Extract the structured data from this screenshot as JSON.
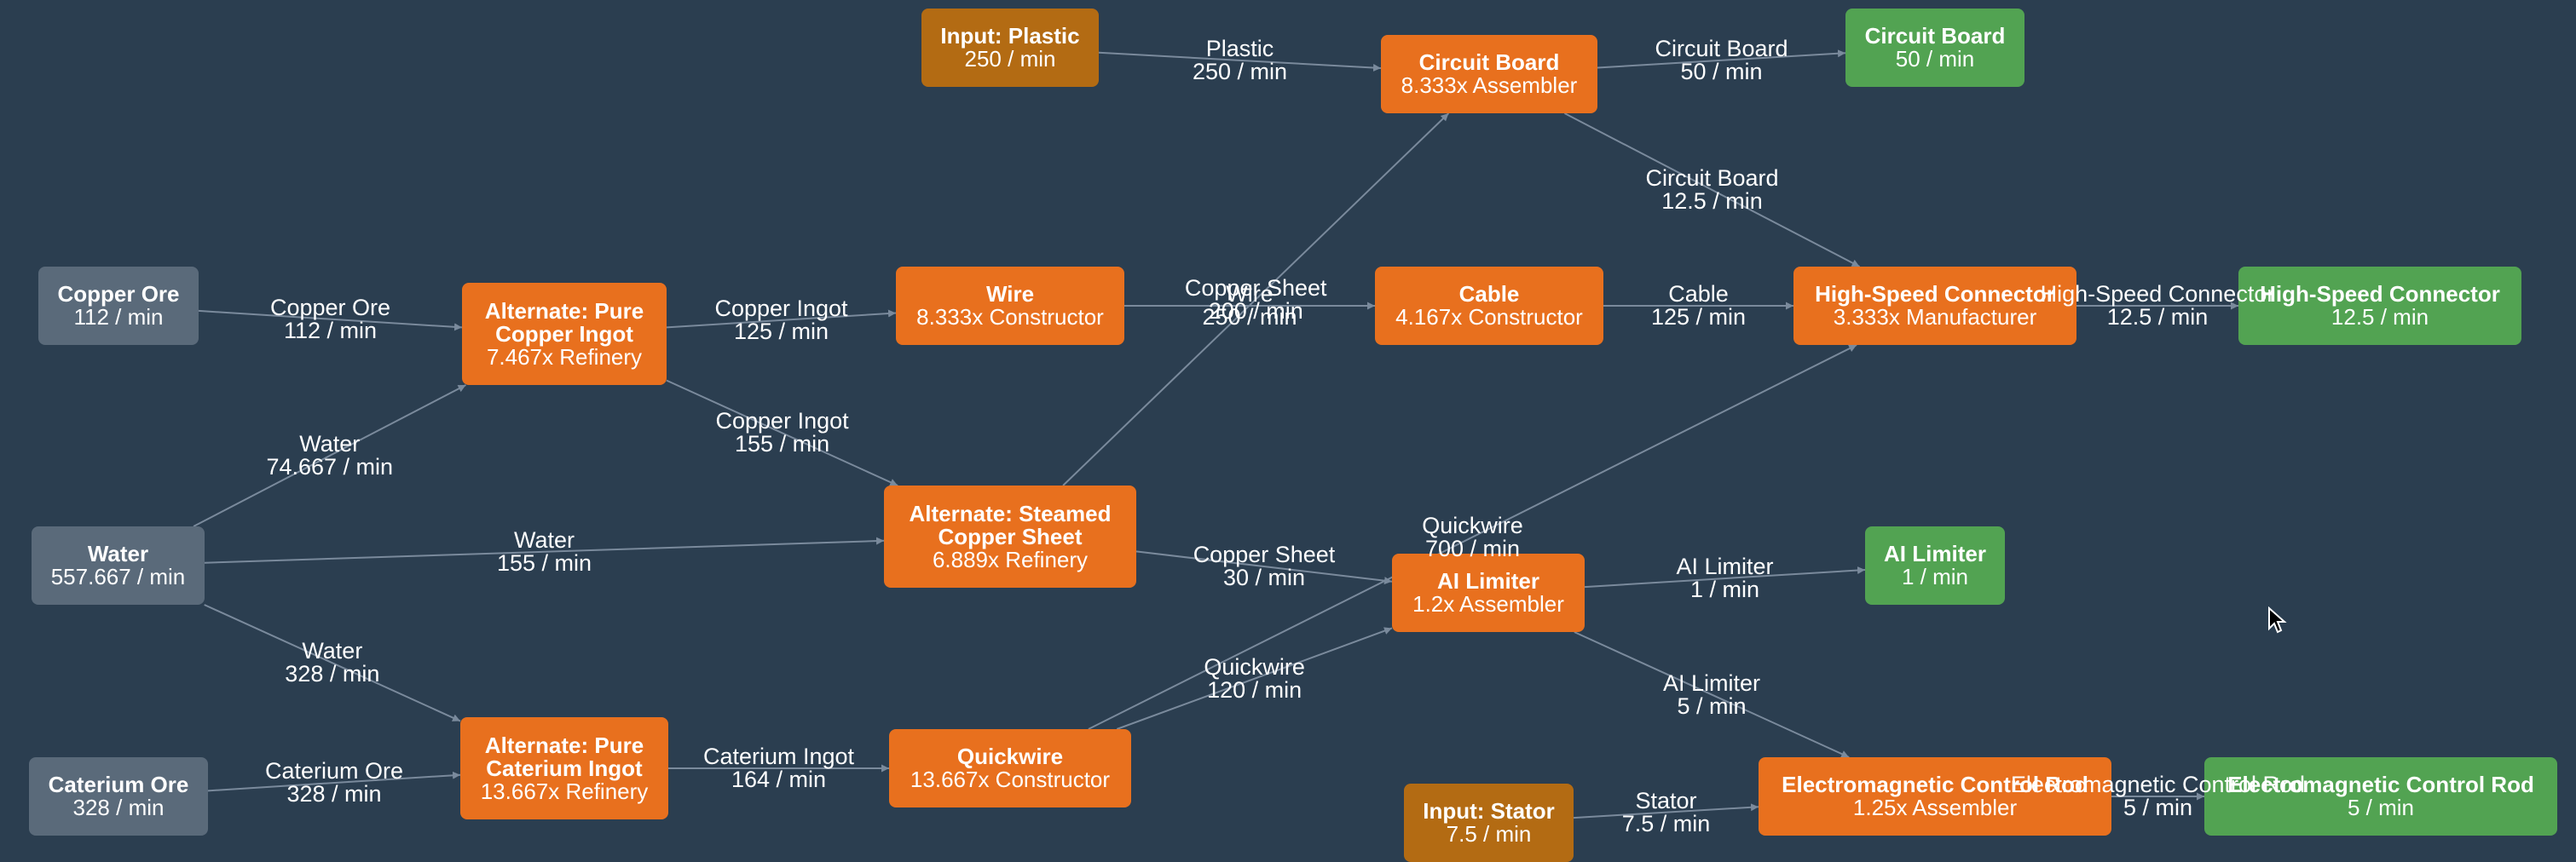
{
  "nodes": {
    "input_plastic": {
      "title": "Input: Plastic",
      "sub": "250 / min"
    },
    "circuit_board_asm": {
      "title": "Circuit Board",
      "sub": "8.333x Assembler"
    },
    "circuit_board_out": {
      "title": "Circuit Board",
      "sub": "50 / min"
    },
    "copper_ore": {
      "title": "Copper Ore",
      "sub": "112 / min"
    },
    "pure_copper": {
      "title": "Alternate: Pure Copper Ingot",
      "sub": "7.467x Refinery"
    },
    "wire": {
      "title": "Wire",
      "sub": "8.333x Constructor"
    },
    "cable": {
      "title": "Cable",
      "sub": "4.167x Constructor"
    },
    "hsc_mfg": {
      "title": "High-Speed Connector",
      "sub": "3.333x Manufacturer"
    },
    "hsc_out": {
      "title": "High-Speed Connector",
      "sub": "12.5 / min"
    },
    "water": {
      "title": "Water",
      "sub": "557.667 / min"
    },
    "steamed_copper": {
      "title": "Alternate: Steamed Copper Sheet",
      "sub": "6.889x Refinery"
    },
    "ai_limiter_asm": {
      "title": "AI Limiter",
      "sub": "1.2x Assembler"
    },
    "ai_limiter_out": {
      "title": "AI Limiter",
      "sub": "1 / min"
    },
    "caterium_ore": {
      "title": "Caterium Ore",
      "sub": "328 / min"
    },
    "pure_caterium": {
      "title": "Alternate: Pure Caterium Ingot",
      "sub": "13.667x Refinery"
    },
    "quickwire": {
      "title": "Quickwire",
      "sub": "13.667x Constructor"
    },
    "input_stator": {
      "title": "Input: Stator",
      "sub": "7.5 / min"
    },
    "ecr_asm": {
      "title": "Electromagnetic Control Rod",
      "sub": "1.25x Assembler"
    },
    "ecr_out": {
      "title": "Electromagnetic Control Rod",
      "sub": "5 / min"
    }
  },
  "edges": [
    {
      "from": "input_plastic",
      "to": "circuit_board_asm",
      "label": "Plastic",
      "rate": "250 / min"
    },
    {
      "from": "circuit_board_asm",
      "to": "circuit_board_out",
      "label": "Circuit Board",
      "rate": "50 / min"
    },
    {
      "from": "circuit_board_asm",
      "to": "hsc_mfg",
      "label": "Circuit Board",
      "rate": "12.5 / min"
    },
    {
      "from": "copper_ore",
      "to": "pure_copper",
      "label": "Copper Ore",
      "rate": "112 / min"
    },
    {
      "from": "pure_copper",
      "to": "wire",
      "label": "Copper Ingot",
      "rate": "125 / min"
    },
    {
      "from": "pure_copper",
      "to": "steamed_copper",
      "label": "Copper Ingot",
      "rate": "155 / min"
    },
    {
      "from": "wire",
      "to": "cable",
      "label": "Wire",
      "rate": "250 / min"
    },
    {
      "from": "cable",
      "to": "hsc_mfg",
      "label": "Cable",
      "rate": "125 / min"
    },
    {
      "from": "hsc_mfg",
      "to": "hsc_out",
      "label": "High-Speed Connector",
      "rate": "12.5 / min"
    },
    {
      "from": "water",
      "to": "pure_copper",
      "label": "Water",
      "rate": "74.667 / min"
    },
    {
      "from": "water",
      "to": "steamed_copper",
      "label": "Water",
      "rate": "155 / min"
    },
    {
      "from": "water",
      "to": "pure_caterium",
      "label": "Water",
      "rate": "328 / min"
    },
    {
      "from": "steamed_copper",
      "to": "circuit_board_asm",
      "label": "Copper Sheet",
      "rate": "200 / min"
    },
    {
      "from": "steamed_copper",
      "to": "ai_limiter_asm",
      "label": "Copper Sheet",
      "rate": "30 / min"
    },
    {
      "from": "quickwire",
      "to": "hsc_mfg",
      "label": "Quickwire",
      "rate": "700 / min"
    },
    {
      "from": "quickwire",
      "to": "ai_limiter_asm",
      "label": "Quickwire",
      "rate": "120 / min"
    },
    {
      "from": "ai_limiter_asm",
      "to": "ai_limiter_out",
      "label": "AI Limiter",
      "rate": "1 / min"
    },
    {
      "from": "ai_limiter_asm",
      "to": "ecr_asm",
      "label": "AI Limiter",
      "rate": "5 / min"
    },
    {
      "from": "caterium_ore",
      "to": "pure_caterium",
      "label": "Caterium Ore",
      "rate": "328 / min"
    },
    {
      "from": "pure_caterium",
      "to": "quickwire",
      "label": "Caterium Ingot",
      "rate": "164 / min"
    },
    {
      "from": "input_stator",
      "to": "ecr_asm",
      "label": "Stator",
      "rate": "7.5 / min"
    },
    {
      "from": "ecr_asm",
      "to": "ecr_out",
      "label": "Electromagnetic Control Rod",
      "rate": "5 / min"
    }
  ],
  "colors": {
    "background": "#2b3e50",
    "input_node": "#5a6a7a",
    "process_node": "#e8701e",
    "output_node": "#52a352",
    "supply_node": "#b36b13",
    "edge": "#7a8a9c"
  }
}
